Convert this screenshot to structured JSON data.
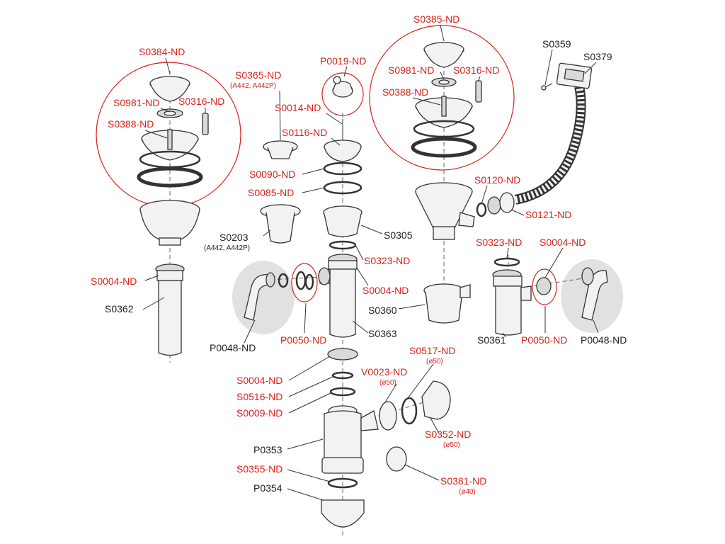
{
  "colors": {
    "highlight": "#d6241b",
    "standard": "#222222",
    "background": "#ffffff"
  },
  "labels": {
    "S0384": "S0384-ND",
    "S0981_left": "S0981-ND",
    "S0316_left": "S0316-ND",
    "S0388_left": "S0388-ND",
    "S0365": "S0365-ND",
    "S0365_sub": "(A442, A442P)",
    "P0019": "P0019-ND",
    "S0014": "S0014-ND",
    "S0116": "S0116-ND",
    "S0090": "S0090-ND",
    "S0085": "S0085-ND",
    "S0203": "S0203",
    "S0203_sub": "(A442, A442P)",
    "S0305": "S0305",
    "S0323_mid": "S0323-ND",
    "S0004_left": "S0004-ND",
    "S0362": "S0362",
    "P0048_left": "P0048-ND",
    "P0050_left": "P0050-ND",
    "S0004_mid": "S0004-ND",
    "S0363": "S0363",
    "S0385": "S0385-ND",
    "S0981_right": "S0981-ND",
    "S0316_right": "S0316-ND",
    "S0388_right": "S0388-ND",
    "S0359": "S0359",
    "S0379": "S0379",
    "S0120": "S0120-ND",
    "S0121": "S0121-ND",
    "S0323_right": "S0323-ND",
    "S0004_right": "S0004-ND",
    "S0360": "S0360",
    "S0361": "S0361",
    "P0050_right": "P0050-ND",
    "P0048_right": "P0048-ND",
    "S0004_low": "S0004-ND",
    "S0516": "S0516-ND",
    "S0009": "S0009-ND",
    "V0023": "V0023-ND",
    "V0023_sub": "(ø50)",
    "S0517": "S0517-ND",
    "S0517_sub": "(ø50)",
    "S0352": "S0352-ND",
    "S0352_sub": "(ø50)",
    "P0353": "P0353",
    "S0355": "S0355-ND",
    "P0354": "P0354",
    "S0381": "S0381-ND",
    "S0381_sub": "(ø40)"
  }
}
